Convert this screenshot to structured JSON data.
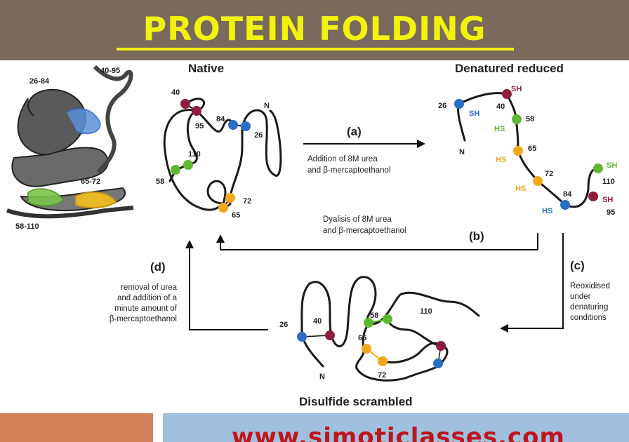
{
  "title": "PROTEIN FOLDING",
  "footer_url": "www.simoticlasses.com",
  "colors": {
    "title_bg": "#7a6a5e",
    "title_text": "#f2f20a",
    "blue": "#2a6dc4",
    "red": "#8e1e3c",
    "green": "#5fb832",
    "orange": "#f2a81c",
    "url": "#c0141c"
  },
  "ribbon_labels": {
    "top_left": "26-84",
    "top_right": "40-95",
    "mid_right": "65-72",
    "bottom_left": "58-110"
  },
  "native": {
    "caption": "Native",
    "residues": {
      "r40": "40",
      "r95": "95",
      "r84": "84",
      "r26": "26",
      "r110": "110",
      "r58": "58",
      "r72": "72",
      "r65": "65",
      "n": "N"
    }
  },
  "denatured": {
    "caption": "Denatured reduced",
    "residues": {
      "r26": "26",
      "r40": "40",
      "r58": "58",
      "r65": "65",
      "r72": "72",
      "r84": "84",
      "r110": "110",
      "r95": "95",
      "n": "N"
    },
    "groups": {
      "sh1": "SH",
      "sh2": "SH",
      "hs1": "HS",
      "hs2": "HS",
      "hs3": "HS",
      "hs4": "HS",
      "sh3": "SH",
      "sh4": "SH"
    }
  },
  "scrambled": {
    "caption": "Disulfide scrambled",
    "residues": {
      "r26": "26",
      "r40": "40",
      "r58": "58",
      "r110": "110",
      "r65": "65",
      "r72": "72",
      "n": "N"
    }
  },
  "steps": {
    "a": {
      "label": "(a)",
      "line1": "Addition of 8M urea",
      "line2": "and β-mercaptoethanol"
    },
    "b": {
      "label": "(b)",
      "line1": "Dyalisis of 8M urea",
      "line2": "and β-mercaptoethanol"
    },
    "c": {
      "label": "(c)",
      "line1": "Reoxidised",
      "line2": "under",
      "line3": "denaturing",
      "line4": "conditions"
    },
    "d": {
      "label": "(d)",
      "line1": "removal of urea",
      "line2": "and addition of a",
      "line3": "minute amount of",
      "line4": "β-mercaptoethanol"
    }
  }
}
